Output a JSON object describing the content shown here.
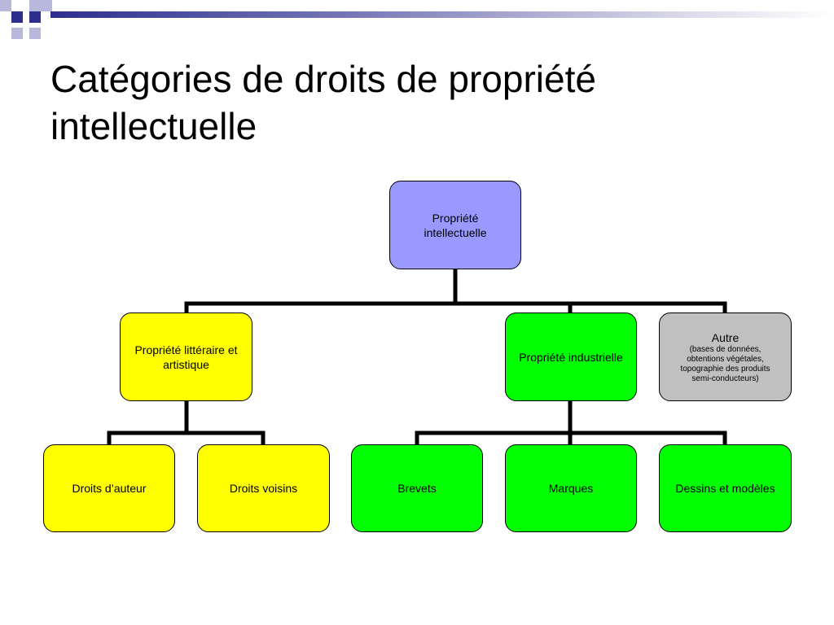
{
  "slide": {
    "title": "Catégories de droits de propriété\nintellectuelle"
  },
  "colors": {
    "root": "#9999ff",
    "literary": "#ffff00",
    "industrial": "#00ff00",
    "other": "#c0c0c0",
    "deco_dark": "#2e2e8f",
    "deco_light": "#b8b8dc"
  },
  "diagram": {
    "root": {
      "label": "Propriété intellectuelle"
    },
    "literary": {
      "label": "Propriété littéraire et artistique",
      "children": [
        {
          "label": "Droits d’auteur"
        },
        {
          "label": "Droits voisins"
        }
      ]
    },
    "industrial": {
      "label": "Propriété industrielle",
      "children": [
        {
          "label": "Brevets"
        },
        {
          "label": "Marques"
        },
        {
          "label": "Dessins et modèles"
        }
      ]
    },
    "other": {
      "label": "Autre",
      "detail": "(bases de données, obtentions végétales, topographie des produits semi-conducteurs)"
    }
  }
}
